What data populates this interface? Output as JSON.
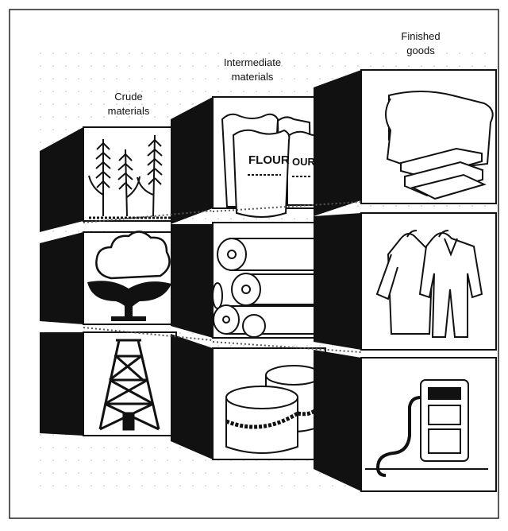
{
  "figure": {
    "columns": [
      {
        "label_lines": [
          "Crude",
          "materials"
        ]
      },
      {
        "label_lines": [
          "Intermediate",
          "materials"
        ]
      },
      {
        "label_lines": [
          "Finished",
          "goods"
        ]
      }
    ],
    "cells": [
      {
        "icon": "wheat-stalks-icon"
      },
      {
        "icon": "flour-sacks-icon",
        "text": [
          "FLOUR",
          "OUR"
        ]
      },
      {
        "icon": "bread-loaf-icon"
      },
      {
        "icon": "cotton-boll-icon"
      },
      {
        "icon": "fabric-rolls-icon"
      },
      {
        "icon": "clothing-icon"
      },
      {
        "icon": "oil-derrick-icon"
      },
      {
        "icon": "oil-drums-icon"
      },
      {
        "icon": "gas-pump-icon"
      }
    ],
    "colors": {
      "ink": "#111111",
      "paper": "#ffffff",
      "dots": "#b5b5b5"
    }
  }
}
